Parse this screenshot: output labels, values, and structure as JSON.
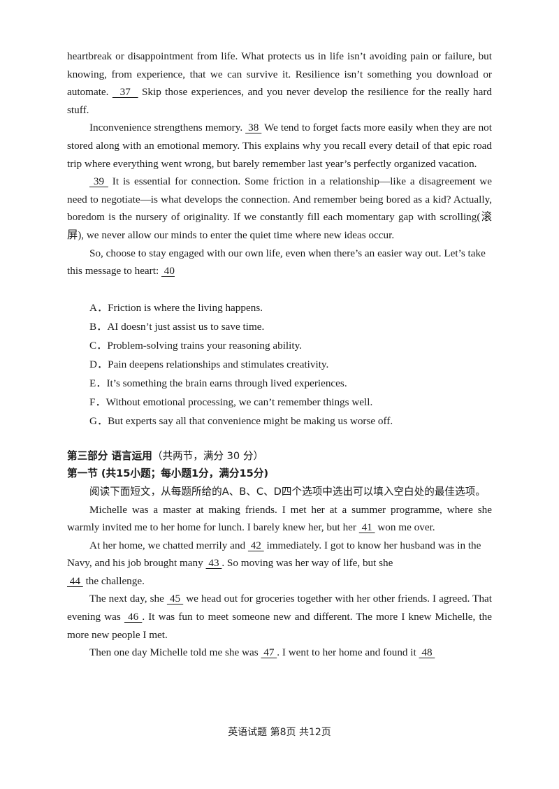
{
  "passage": {
    "p1": {
      "a": "heartbreak or disappointment from life. What protects us in life isn’t avoiding pain or failure, but knowing, from experience, that we can survive it. Resilience isn’t something you download or automate. ",
      "blank": "  37  ",
      "b": " Skip those experiences, and you never develop the resilience for the really hard stuff."
    },
    "p2": {
      "a": "Inconvenience strengthens memory. ",
      "blank": " 38 ",
      "b": " We tend to forget facts more easily when they are not stored along with an emotional memory. This explains why you recall every detail of that epic road trip where everything went wrong, but barely remember last year’s perfectly organized vacation."
    },
    "p3": {
      "blank": " 39 ",
      "b": " It is essential for connection. Some friction in a relationship—like a disagreement we need to negotiate—is what develops the connection. And remember being bored as a kid? Actually, boredom is the nursery of originality. If we constantly fill each momentary gap with scrolling(滚屏), we never allow our minds to enter the quiet time where new ideas occur."
    },
    "p4": {
      "a": "So, choose to stay engaged with our own life, even when there’s an easier way out. Let’s take this message to heart: ",
      "blank": " 40"
    }
  },
  "options": [
    "A．Friction is where the living happens.",
    "B．AI doesn’t just assist us to save time.",
    "C．Problem-solving trains your reasoning ability.",
    "D．Pain deepens relationships and stimulates creativity.",
    "E．It’s something the brain earns through lived experiences.",
    "F．Without emotional processing, we can’t remember things well.",
    "G．But experts say all that convenience might be making us worse off."
  ],
  "part3": {
    "title": "第三部分  语言运用",
    "title_note": "（共两节，满分 30 分）",
    "section1": "第一节  (共15小题；每小题1分，满分15分)",
    "instruction": "阅读下面短文，从每题所给的A、B、C、D四个选项中选出可以填入空白处的最佳选项。"
  },
  "cloze": {
    "p1": {
      "a": "Michelle was a master at making friends. I met her at a summer programme, where she warmly invited me to her home for lunch. I barely knew her, but her ",
      "b41": " 41 ",
      "b": " won me over."
    },
    "p2": {
      "a": "At her home, we chatted merrily and ",
      "b42": " 42 ",
      "b": " immediately. I got to know her husband was in the Navy, and his job brought many ",
      "b43": " 43 ",
      "c": ". So moving was her way of life, but she ",
      "b44": " 44 ",
      "d": " the challenge."
    },
    "p3": {
      "a": "The next day, she ",
      "b45": " 45 ",
      "b": " we head out for groceries together with her other friends. I agreed. That evening was ",
      "b46": " 46 ",
      "c": ". It was fun to meet someone new and different. The more I knew Michelle, the more new people I met."
    },
    "p4": {
      "a": "Then one day Michelle told me she was ",
      "b47": " 47 ",
      "b": ". I went to her home  and  found  it  ",
      "b48": " 48 "
    }
  },
  "footer": "英语试题   第8页   共12页"
}
